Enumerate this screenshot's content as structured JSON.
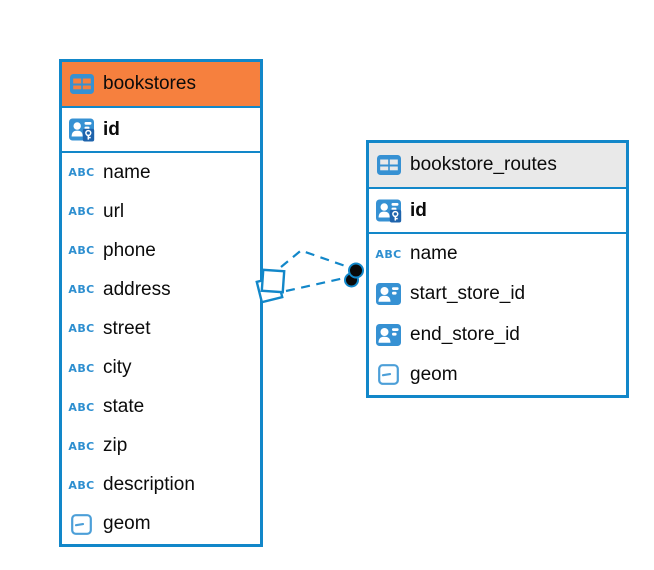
{
  "diagram": {
    "type": "entity-relationship-diagram",
    "accent_color": "#1287C9",
    "tables": [
      {
        "name": "bookstores",
        "header_color": "#F6803E",
        "pk": {
          "name": "id",
          "icon": "primary-key-icon"
        },
        "columns": [
          {
            "name": "name",
            "icon": "text-abc-icon"
          },
          {
            "name": "url",
            "icon": "text-abc-icon"
          },
          {
            "name": "phone",
            "icon": "text-abc-icon"
          },
          {
            "name": "address",
            "icon": "text-abc-icon"
          },
          {
            "name": "street",
            "icon": "text-abc-icon"
          },
          {
            "name": "city",
            "icon": "text-abc-icon"
          },
          {
            "name": "state",
            "icon": "text-abc-icon"
          },
          {
            "name": "zip",
            "icon": "text-abc-icon"
          },
          {
            "name": "description",
            "icon": "text-abc-icon"
          },
          {
            "name": "geom",
            "icon": "geometry-icon"
          }
        ]
      },
      {
        "name": "bookstore_routes",
        "header_color": "#E9E9E9",
        "pk": {
          "name": "id",
          "icon": "primary-key-icon"
        },
        "columns": [
          {
            "name": "name",
            "icon": "text-abc-icon"
          },
          {
            "name": "start_store_id",
            "icon": "reference-icon"
          },
          {
            "name": "end_store_id",
            "icon": "reference-icon"
          },
          {
            "name": "geom",
            "icon": "geometry-icon"
          }
        ]
      }
    ],
    "relationships": [
      {
        "from_table": "bookstore_routes",
        "to_table": "bookstores",
        "style": "dashed"
      },
      {
        "from_table": "bookstore_routes",
        "to_table": "bookstores",
        "style": "dashed"
      }
    ]
  }
}
